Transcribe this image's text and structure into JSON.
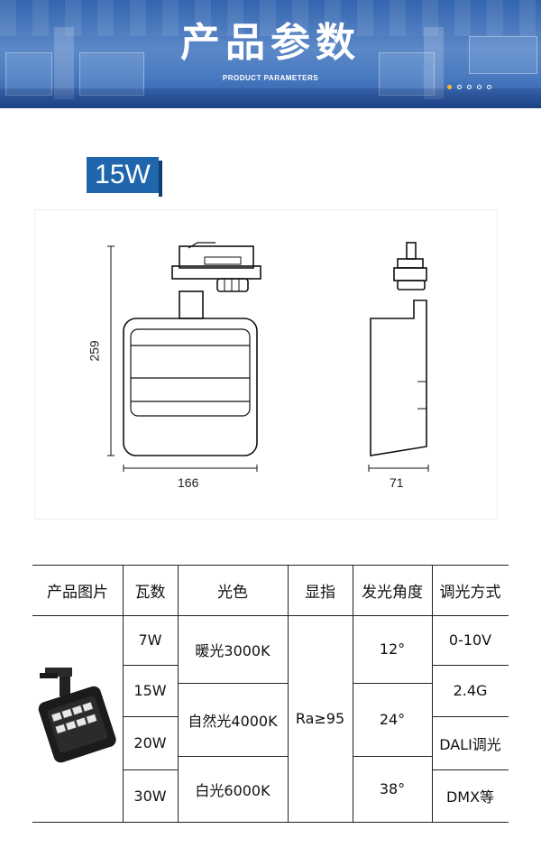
{
  "banner": {
    "title": "产品参数",
    "subtitle": "PRODUCT PARAMETERS",
    "pager": {
      "count": 5,
      "active": 0
    }
  },
  "model_badge": "15W",
  "drawing": {
    "height_label": "259",
    "width_label": "166",
    "depth_label": "71"
  },
  "table": {
    "headers": [
      "产品图片",
      "瓦数",
      "光色",
      "显指",
      "发光角度",
      "调光方式"
    ],
    "wattage": [
      "7W",
      "15W",
      "20W",
      "30W"
    ],
    "color_temp": [
      "暖光3000K",
      "自然光4000K",
      "白光6000K"
    ],
    "cri": "Ra≥95",
    "beam_angle": [
      "12°",
      "24°",
      "38°"
    ],
    "dimming": [
      "0-10V",
      "2.4G",
      "DALI调光",
      "DMX等"
    ]
  },
  "colors": {
    "banner": "#2f61ad",
    "badge": "#1f66ad",
    "pager_active": "#f7b733"
  }
}
